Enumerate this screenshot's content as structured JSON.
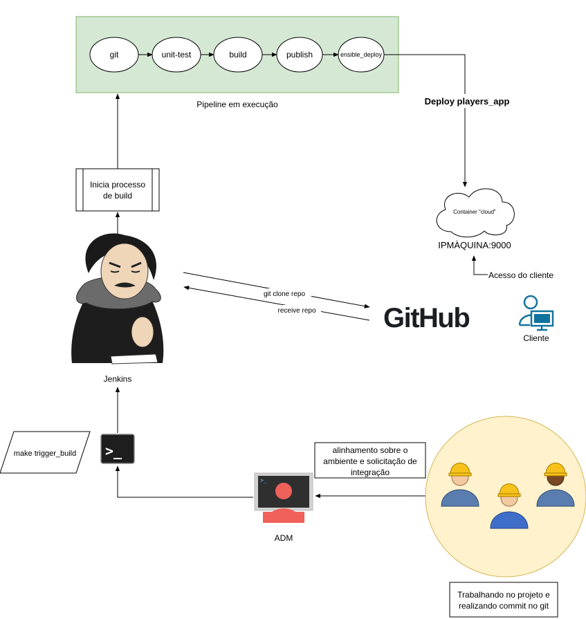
{
  "pipeline": {
    "caption": "Pipeline em execução",
    "stages": [
      "git",
      "unit-test",
      "build",
      "publish",
      "ensible_deploy"
    ],
    "fill": "#d5e8d4",
    "stroke": "#82b366"
  },
  "deploy_label": "Deploy players_app",
  "build_box": {
    "line1": "Inicia processo",
    "line2": "de build"
  },
  "cloud": {
    "label": "Container \"cloud\"",
    "address": "IPMÀQUINA:9000"
  },
  "client": {
    "access_label": "Acesso do cliente",
    "name": "Cliente",
    "color": "#10739e"
  },
  "jenkins": {
    "name": "Jenkins"
  },
  "github": {
    "logo": "GitHub",
    "clone_label": "git clone repo",
    "receive_label": "receive repo"
  },
  "trigger": {
    "label": "make trigger_build"
  },
  "terminal": {
    "prompt": ">_"
  },
  "adm": {
    "name": "ADM",
    "color": "#f0615a"
  },
  "alignment_note": {
    "line1": "alinhamento sobre o",
    "line2": "ambiente e solicitação de",
    "line3": "integração"
  },
  "team": {
    "note_line1": "Trabalhando no projeto e",
    "note_line2": "realizando commit no git",
    "circle_fill": "#fff2cc",
    "circle_stroke": "#d6b656"
  },
  "icons": [
    "jenkins-butler-icon",
    "github-logo",
    "cloud-shape",
    "client-user-icon",
    "terminal-icon",
    "adm-user-icon",
    "worker-icon"
  ]
}
